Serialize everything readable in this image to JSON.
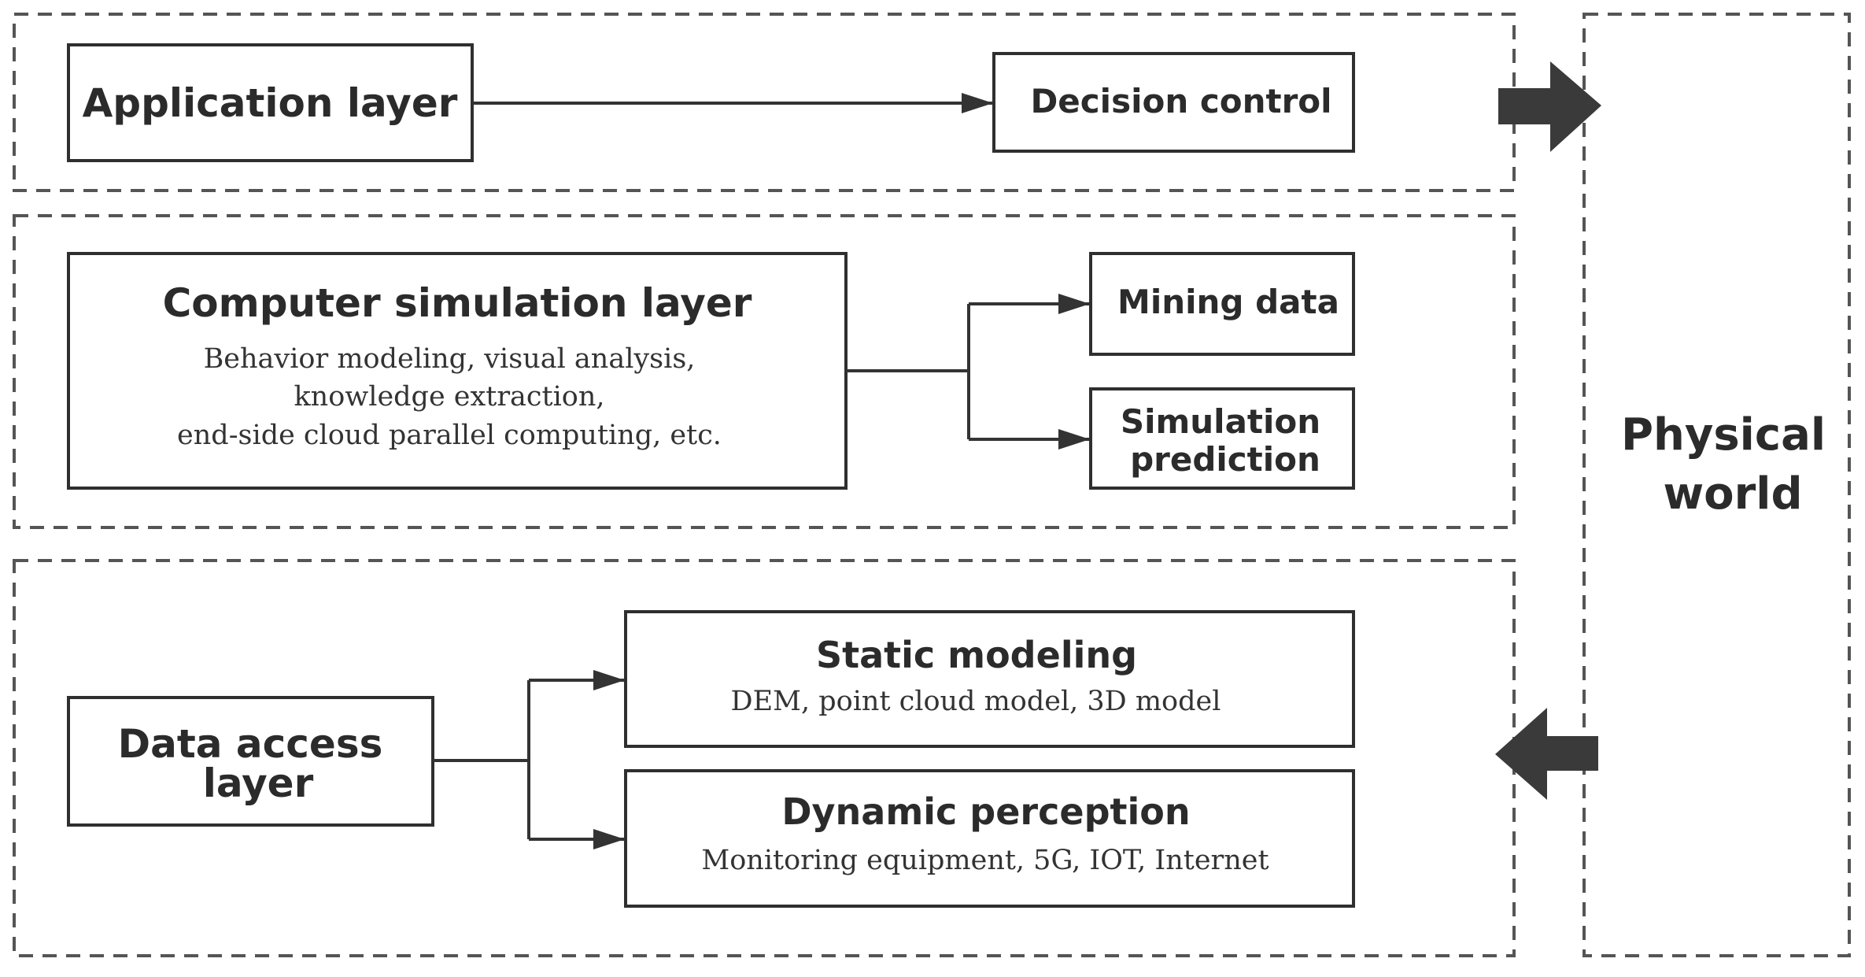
{
  "layers": {
    "application": {
      "title": "Application layer",
      "output": "Decision control"
    },
    "simulation": {
      "title": "Computer simulation layer",
      "desc_line1": "Behavior modeling, visual analysis,",
      "desc_line2": "knowledge extraction,",
      "desc_line3": "end-side cloud parallel computing, etc.",
      "output1": "Mining data",
      "output2_line1": "Simulation",
      "output2_line2": "prediction"
    },
    "data_access": {
      "title_line1": "Data access",
      "title_line2": "layer",
      "static_title": "Static modeling",
      "static_desc": "DEM, point cloud model, 3D model",
      "dynamic_title": "Dynamic perception",
      "dynamic_desc": "Monitoring equipment, 5G, IOT, Internet"
    }
  },
  "physical_world": {
    "line1": "Physical",
    "line2": "world"
  },
  "colors": {
    "arrow_fill": "#3a3a3a",
    "border": "#2f2f2f",
    "dashed_border": "#555555"
  }
}
